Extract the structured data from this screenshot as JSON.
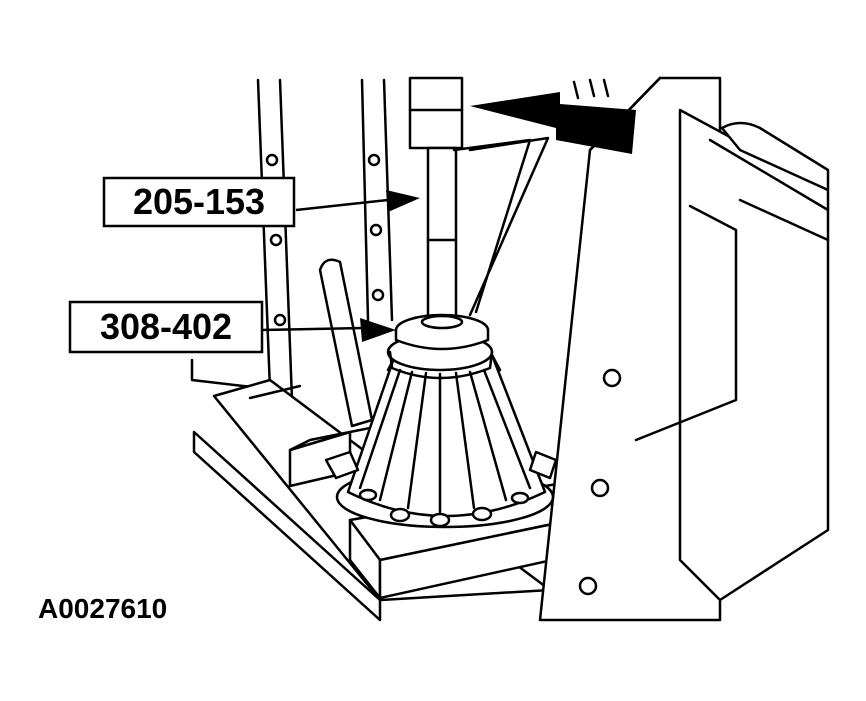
{
  "callouts": {
    "tool_top": "205-153",
    "tool_bottom": "308-402"
  },
  "figure_id": "A0027610",
  "colors": {
    "ink": "#000000",
    "paper": "#ffffff"
  }
}
